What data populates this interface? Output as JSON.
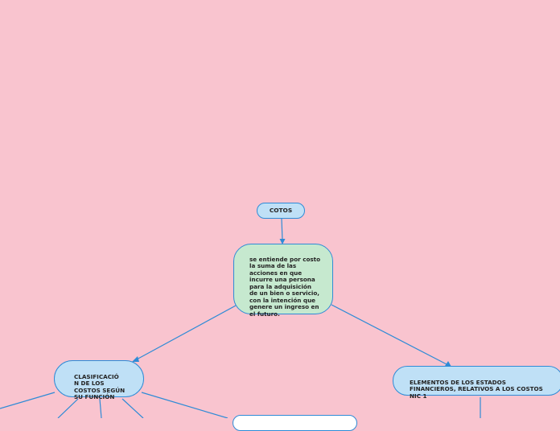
{
  "map": {
    "root": "COTOS",
    "definition": "se entiende por costo\nla suma de las\nacciones en que\nincurre una persona\npara la adquisición\nde un bien o servicio,\ncon la intención que\ngenere un ingreso en\nel futuro.",
    "classification": "CLASIFICACIÓ\nN DE LOS\nCOSTOS SEGÚN\nSU FUNCIÓN",
    "elements": "ELEMENTOS DE LOS ESTADOS\nFINANCIEROS, RELATIVOS A LOS COSTOS\nNIC 1"
  },
  "colors": {
    "background": "#f9c4cf",
    "node_blue": "#bfe0f6",
    "node_green": "#c6e9cf",
    "connector": "#2e8bd6"
  }
}
